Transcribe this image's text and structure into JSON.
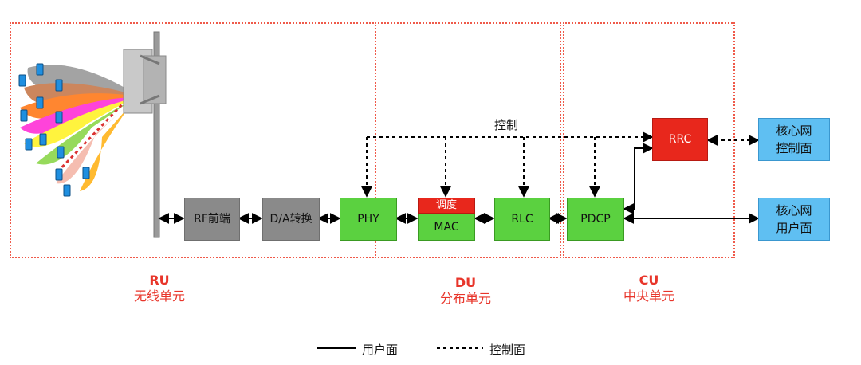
{
  "zones": [
    {
      "id": "ru",
      "name": "RU",
      "desc": "无线单元"
    },
    {
      "id": "du",
      "name": "DU",
      "desc": "分布单元"
    },
    {
      "id": "cu",
      "name": "CU",
      "desc": "中央单元"
    }
  ],
  "blocks": {
    "rf_front": "RF前端",
    "da_convert": "D/A转换",
    "phy": "PHY",
    "sched": "调度",
    "mac": "MAC",
    "rlc": "RLC",
    "pdcp": "PDCP",
    "rrc": "RRC",
    "core_control": [
      "核心网",
      "控制面"
    ],
    "core_user": [
      "核心网",
      "用户面"
    ]
  },
  "control_label": "控制",
  "legend": {
    "user_plane": "用户面",
    "control_plane": "控制面"
  },
  "colors": {
    "zone_border": "#ef5a4a",
    "zone_label": "#e8352a",
    "green": "#5bd140",
    "red": "#e8271c",
    "blue": "#5fbff2",
    "gray": "#8a8a8a"
  }
}
